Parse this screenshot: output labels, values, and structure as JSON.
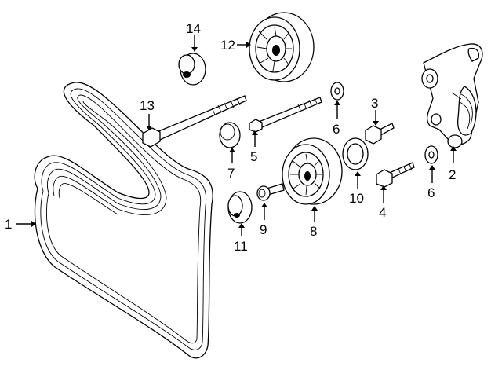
{
  "diagram": {
    "callouts": [
      {
        "id": "1",
        "label": "1"
      },
      {
        "id": "2",
        "label": "2"
      },
      {
        "id": "3",
        "label": "3"
      },
      {
        "id": "4",
        "label": "4"
      },
      {
        "id": "5",
        "label": "5"
      },
      {
        "id": "6a",
        "label": "6"
      },
      {
        "id": "6b",
        "label": "6"
      },
      {
        "id": "7",
        "label": "7"
      },
      {
        "id": "8",
        "label": "8"
      },
      {
        "id": "9",
        "label": "9"
      },
      {
        "id": "10",
        "label": "10"
      },
      {
        "id": "11",
        "label": "11"
      },
      {
        "id": "12",
        "label": "12"
      },
      {
        "id": "13",
        "label": "13"
      },
      {
        "id": "14",
        "label": "14"
      }
    ],
    "parts": {
      "1": "serpentine-belt",
      "2": "belt-tensioner",
      "3": "tensioner-bolt",
      "4": "idler-bolt",
      "5": "idler-bolt",
      "6": "washer",
      "7": "dust-cap",
      "8": "idler-pulley",
      "9": "pulley-bolt",
      "10": "spacer-ring",
      "11": "dust-cap",
      "12": "idler-pulley",
      "13": "long-bolt",
      "14": "dust-cap"
    }
  }
}
